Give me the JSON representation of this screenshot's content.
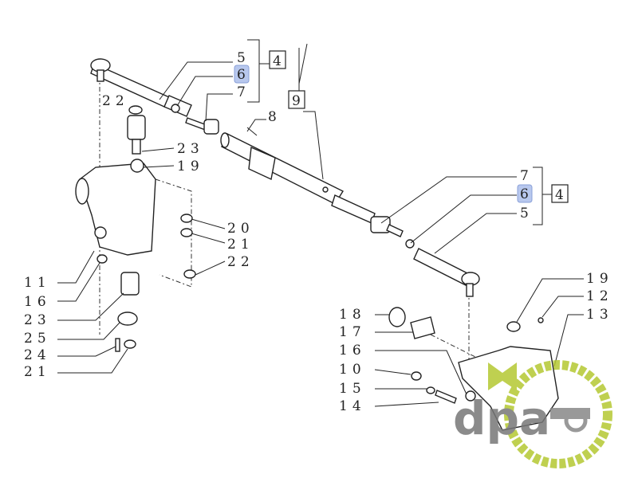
{
  "diagram": {
    "highlight_color": "#b8c8ee",
    "callouts": [
      {
        "id": "upper-5",
        "text": "5"
      },
      {
        "id": "upper-6",
        "text": "6",
        "highlighted": true
      },
      {
        "id": "upper-7",
        "text": "7"
      },
      {
        "id": "upper-assembly-4",
        "text": "4",
        "boxed": true
      },
      {
        "id": "assembly-9",
        "text": "9",
        "boxed": true
      },
      {
        "id": "bolt-8",
        "text": "8"
      },
      {
        "id": "nut-22-top",
        "text": "22"
      },
      {
        "id": "pin-23-top",
        "text": "23"
      },
      {
        "id": "bush-19-left",
        "text": "19"
      },
      {
        "id": "washer-20",
        "text": "20"
      },
      {
        "id": "nut-21-mid",
        "text": "21"
      },
      {
        "id": "nut-22-mid",
        "text": "22"
      },
      {
        "id": "knuckle-11",
        "text": "11"
      },
      {
        "id": "cap-16-left",
        "text": "16"
      },
      {
        "id": "pin-23-bottom",
        "text": "23"
      },
      {
        "id": "plate-25",
        "text": "25"
      },
      {
        "id": "screw-24",
        "text": "24"
      },
      {
        "id": "nut-21-bottom",
        "text": "21"
      },
      {
        "id": "lower-7",
        "text": "7"
      },
      {
        "id": "lower-6",
        "text": "6",
        "highlighted": true
      },
      {
        "id": "lower-5",
        "text": "5"
      },
      {
        "id": "lower-assembly-4",
        "text": "4",
        "boxed": true
      },
      {
        "id": "bush-19-right",
        "text": "19"
      },
      {
        "id": "fitting-12",
        "text": "12"
      },
      {
        "id": "arm-13",
        "text": "13"
      },
      {
        "id": "seal-18",
        "text": "18"
      },
      {
        "id": "bush-17",
        "text": "17"
      },
      {
        "id": "cap-16-right",
        "text": "16"
      },
      {
        "id": "washer-10",
        "text": "10"
      },
      {
        "id": "nut-15",
        "text": "15"
      },
      {
        "id": "bolt-14",
        "text": "14"
      }
    ],
    "logo": {
      "text": "dpa",
      "gear_color": "#b5c832",
      "text_color": "#777777"
    }
  }
}
